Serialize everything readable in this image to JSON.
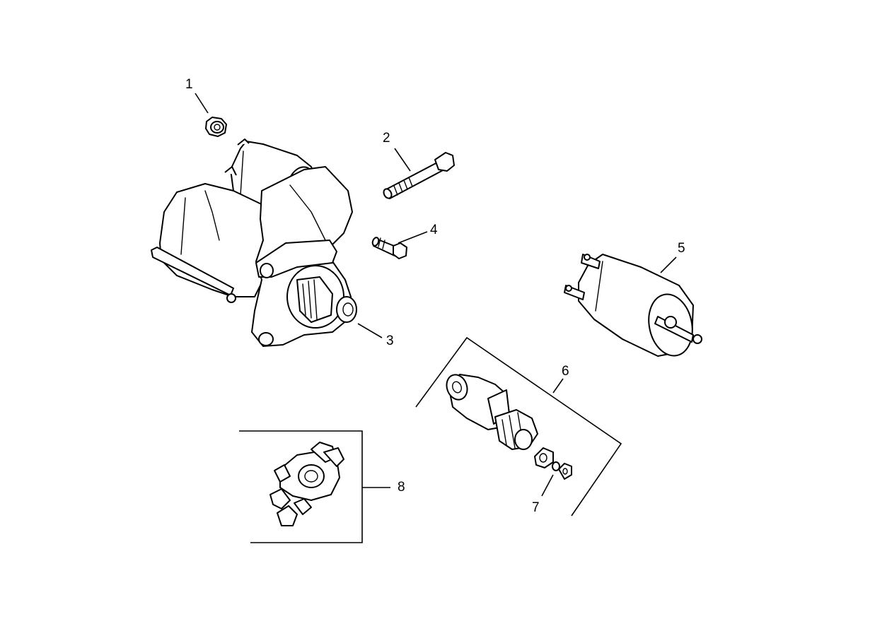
{
  "diagram": {
    "callouts": [
      {
        "id": "1",
        "label": "1"
      },
      {
        "id": "2",
        "label": "2"
      },
      {
        "id": "3",
        "label": "3"
      },
      {
        "id": "4",
        "label": "4"
      },
      {
        "id": "5",
        "label": "5"
      },
      {
        "id": "6",
        "label": "6"
      },
      {
        "id": "7",
        "label": "7"
      },
      {
        "id": "8",
        "label": "8"
      }
    ]
  },
  "colors": {
    "line": "#000000",
    "background": "#ffffff"
  }
}
